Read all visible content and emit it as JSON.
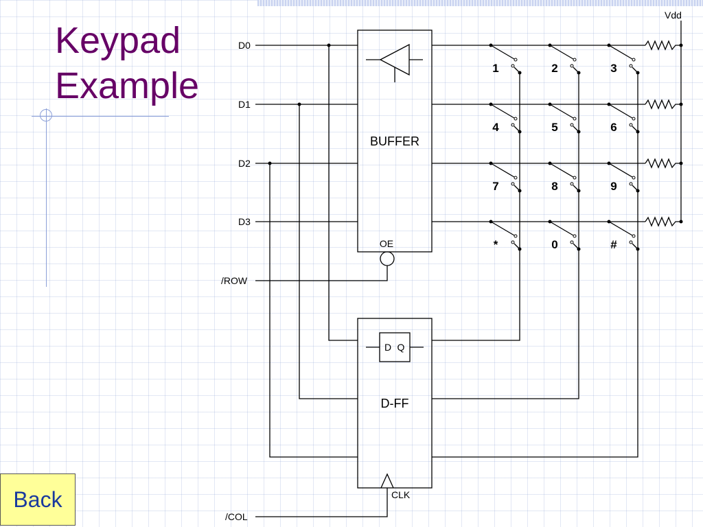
{
  "slide": {
    "title_line1": "Keypad",
    "title_line2": "Example"
  },
  "navigation": {
    "back_label": "Back"
  },
  "colors": {
    "title": "#660066",
    "back_button_bg": "#ffff99",
    "back_button_text": "#1a3a9e",
    "grid": "#a8b8e0"
  },
  "circuit": {
    "supply_label": "Vdd",
    "data_lines": [
      "D0",
      "D1",
      "D2",
      "D3"
    ],
    "row_signal": "/ROW",
    "col_signal": "/COL",
    "buffer": {
      "label": "BUFFER",
      "enable_pin": "OE"
    },
    "flipflop": {
      "label": "D-FF",
      "d_pin": "D",
      "q_pin": "Q",
      "clock_pin": "CLK"
    },
    "keys": [
      [
        "1",
        "2",
        "3"
      ],
      [
        "4",
        "5",
        "6"
      ],
      [
        "7",
        "8",
        "9"
      ],
      [
        "*",
        "0",
        "#"
      ]
    ]
  }
}
